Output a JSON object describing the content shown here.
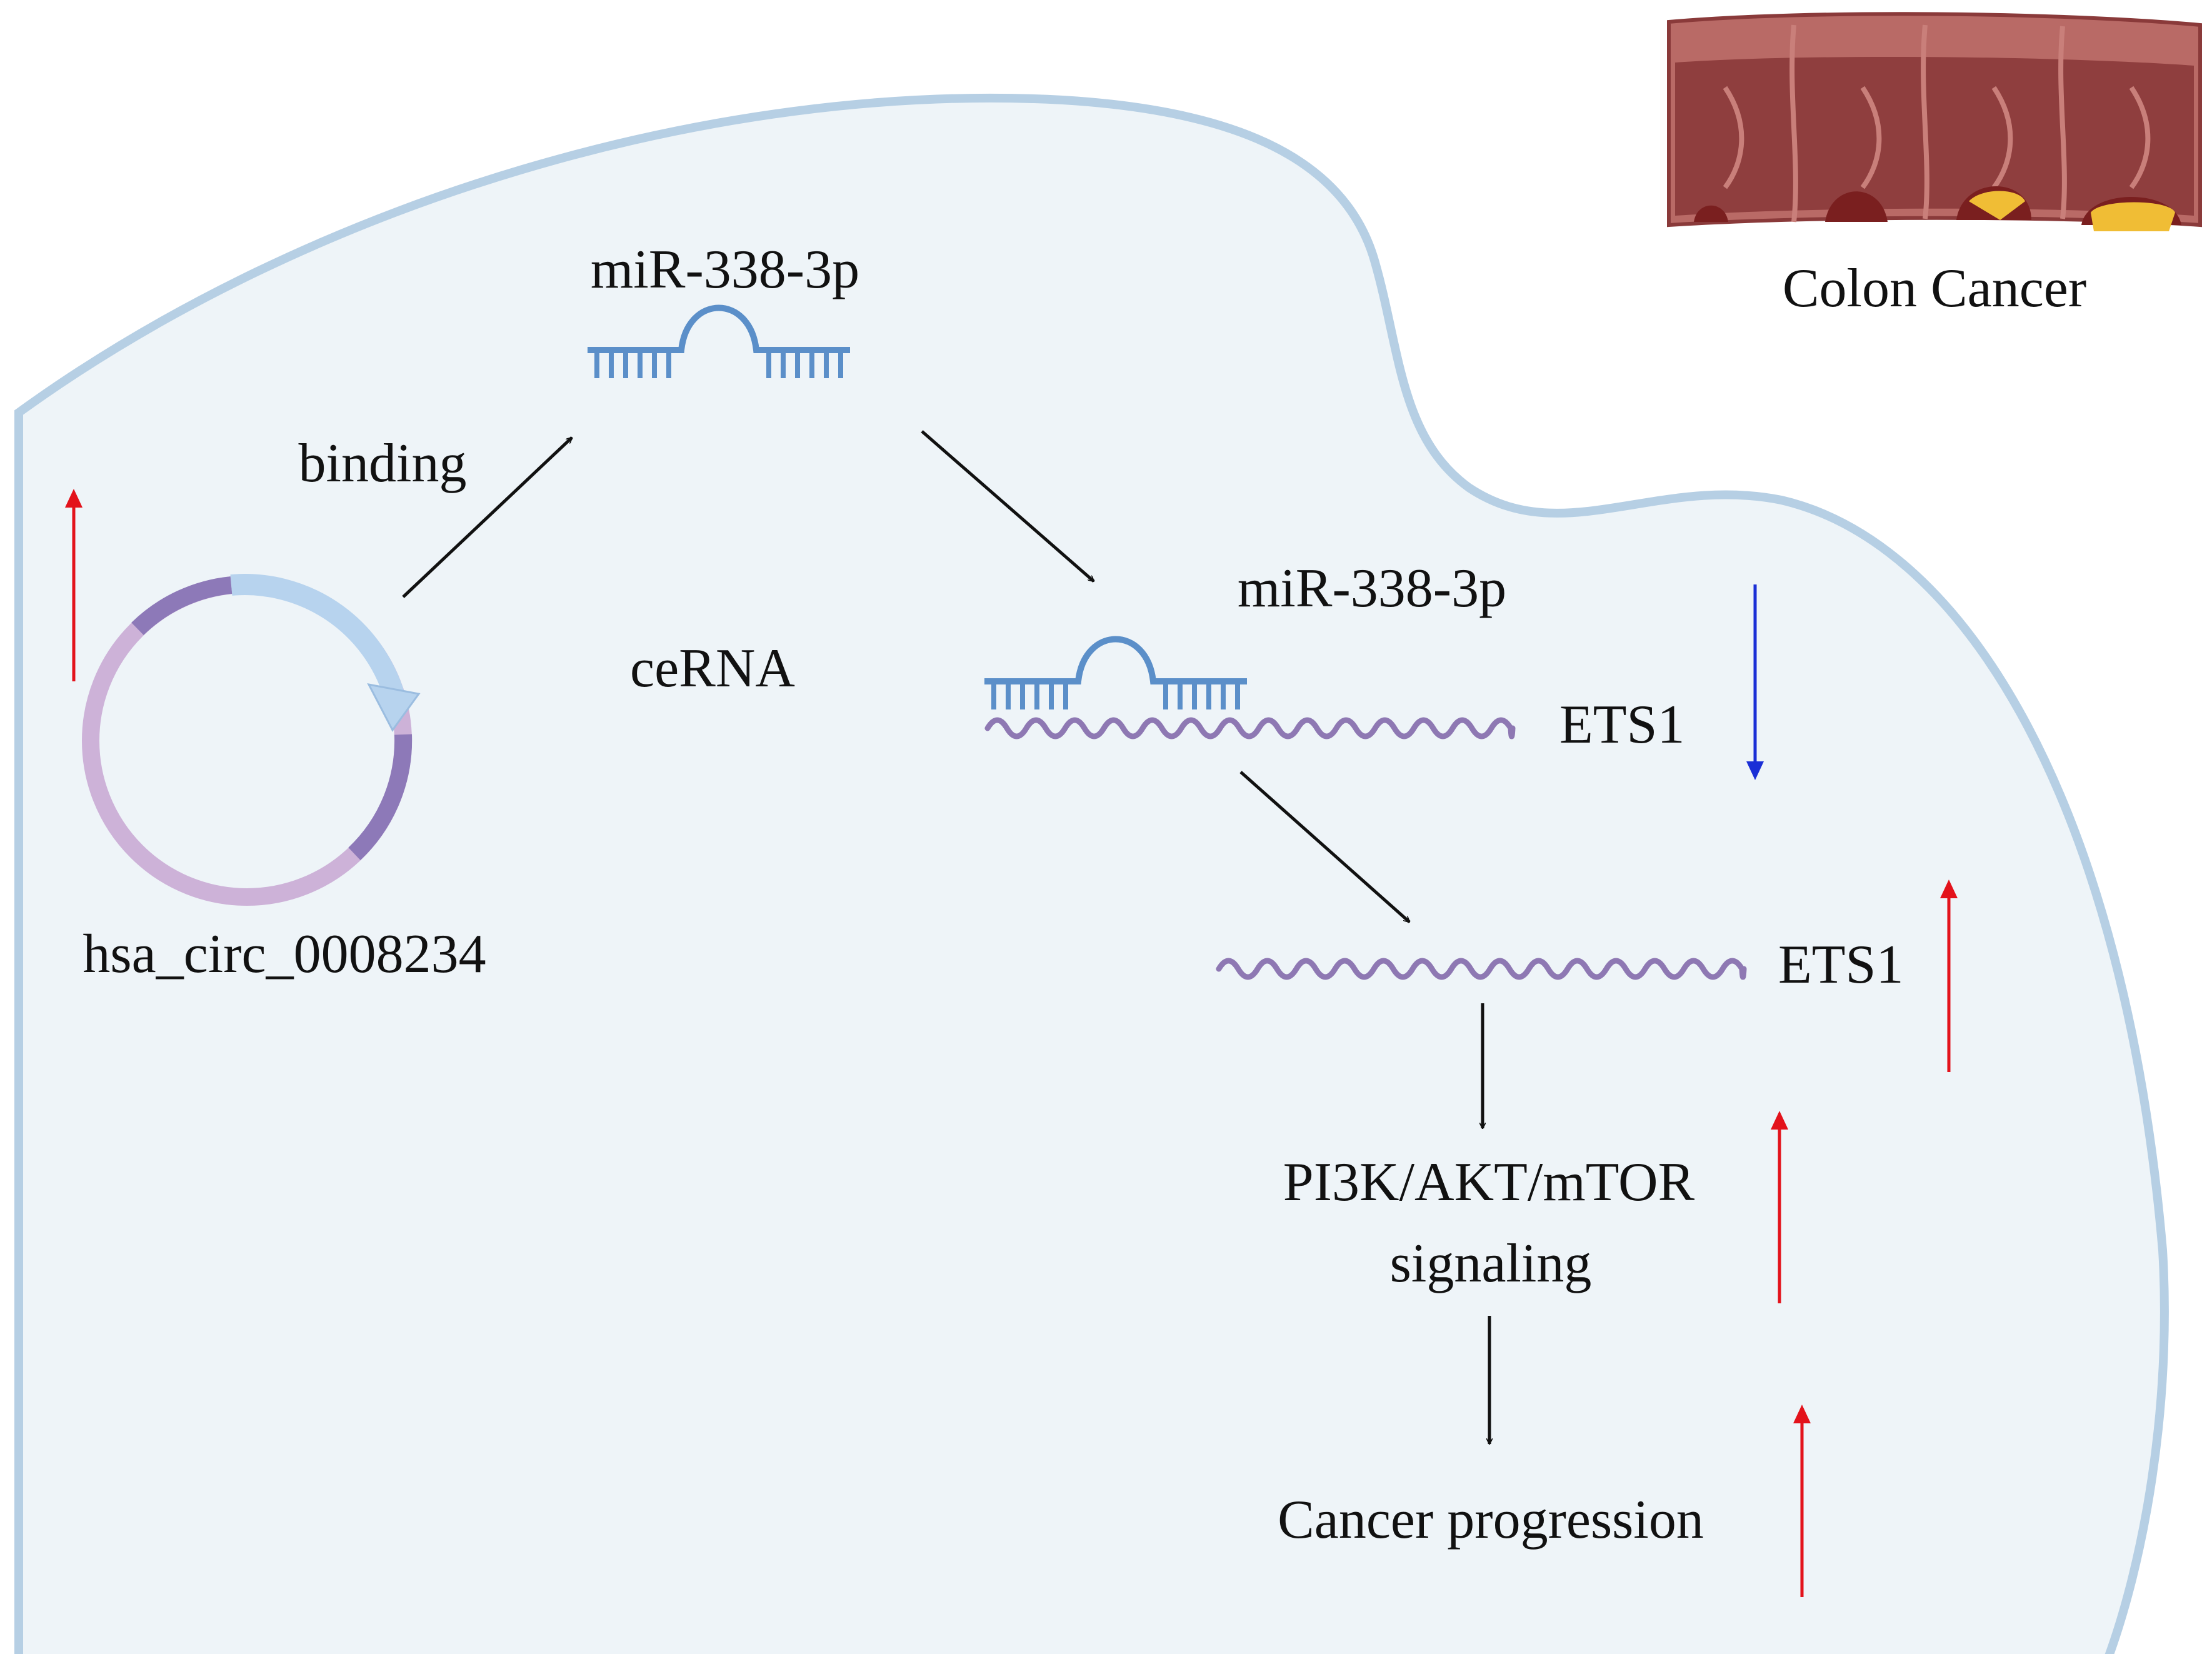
{
  "diagram": {
    "labels": {
      "colon_cancer": "Colon Cancer",
      "mirna_top": "miR-338-3p",
      "binding": "binding",
      "cerna": "ceRNA",
      "circrna": "hsa_circ_0008234",
      "mirna_bound": "miR-338-3p",
      "ets1_bound": "ETS1",
      "ets1_free": "ETS1",
      "pathway_line1": "PI3K/AKT/mTOR",
      "pathway_line2": "signaling",
      "outcome": "Cancer progression"
    },
    "regulation": {
      "circrna": "up",
      "ets1_bound": "down",
      "ets1_free": "up",
      "pathway": "up",
      "outcome": "up"
    },
    "colors": {
      "cell_fill": "#eef4f8",
      "cell_membrane": "#b6cfe4",
      "mirna": "#5b8fc9",
      "mrna": "#8e78b3",
      "circ_light": "#cdb2d8",
      "circ_dark": "#8d79b8",
      "circ_arrow": "#b7d3ee",
      "up_arrow": "#e3121b",
      "down_arrow": "#1a2fd6",
      "flow_arrow": "#111111",
      "colon_wall": "#b96a66",
      "colon_lumen": "#8f3e3e",
      "polyp": "#f0bd35"
    }
  }
}
